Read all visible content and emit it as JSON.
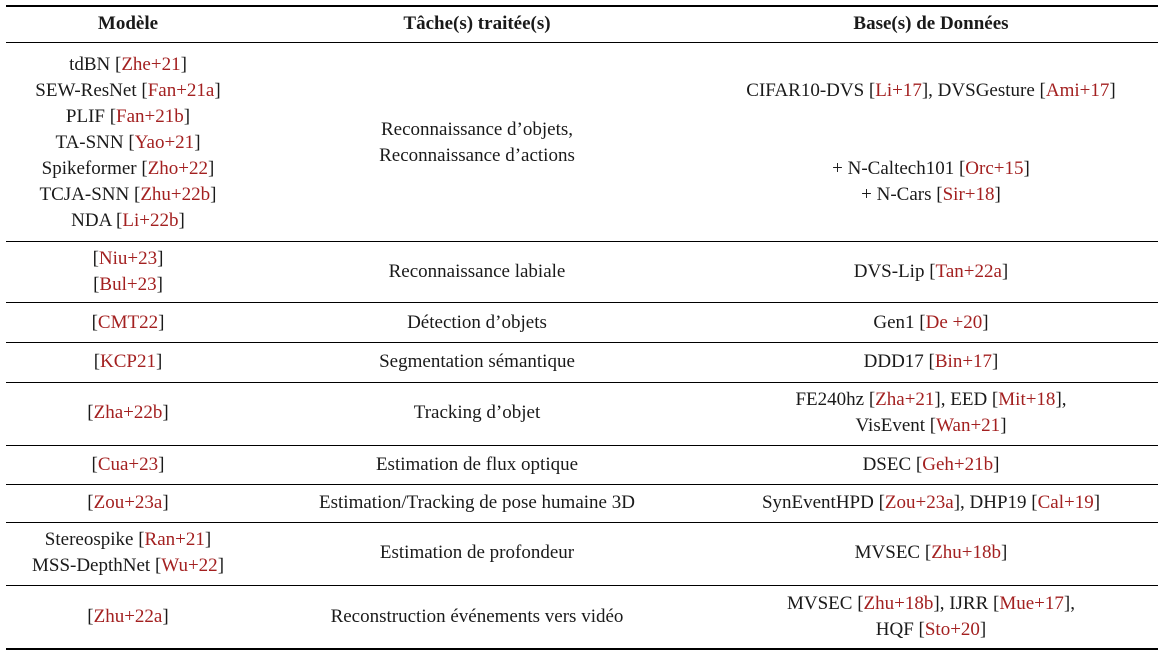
{
  "header": {
    "model": "Modèle",
    "task": "Tâche(s) traitée(s)",
    "dataset": "Base(s) de Données"
  },
  "rows": [
    {
      "models": [
        [
          {
            "t": "tdBN ["
          },
          {
            "t": "Zhe+21",
            "c": 1
          },
          {
            "t": "]"
          }
        ],
        [
          {
            "t": "SEW-ResNet ["
          },
          {
            "t": "Fan+21a",
            "c": 1
          },
          {
            "t": "]"
          }
        ],
        [
          {
            "t": "PLIF ["
          },
          {
            "t": "Fan+21b",
            "c": 1
          },
          {
            "t": "]"
          }
        ],
        [
          {
            "t": "TA-SNN ["
          },
          {
            "t": "Yao+21",
            "c": 1
          },
          {
            "t": "]"
          }
        ],
        [
          {
            "t": "Spikeformer ["
          },
          {
            "t": "Zho+22",
            "c": 1
          },
          {
            "t": "]"
          }
        ],
        [
          {
            "t": "TCJA-SNN ["
          },
          {
            "t": "Zhu+22b",
            "c": 1
          },
          {
            "t": "]"
          }
        ],
        [
          {
            "t": "NDA ["
          },
          {
            "t": "Li+22b",
            "c": 1
          },
          {
            "t": "]"
          }
        ]
      ],
      "tasks": [
        [
          {
            "t": "Reconnaissance d’objets,"
          }
        ],
        [
          {
            "t": "Reconnaissance d’actions"
          }
        ]
      ],
      "datasets": [
        [
          {
            "t": "CIFAR10-DVS ["
          },
          {
            "t": "Li+17",
            "c": 1
          },
          {
            "t": "], DVSGesture ["
          },
          {
            "t": "Ami+17",
            "c": 1
          },
          {
            "t": "]"
          }
        ]
      ],
      "datasets_extra": [
        [
          {
            "t": "+ N-Caltech101 ["
          },
          {
            "t": "Orc+15",
            "c": 1
          },
          {
            "t": "]"
          }
        ],
        [
          {
            "t": "+ N-Cars ["
          },
          {
            "t": "Sir+18",
            "c": 1
          },
          {
            "t": "]"
          }
        ]
      ]
    },
    {
      "models": [
        [
          {
            "t": "["
          },
          {
            "t": "Niu+23",
            "c": 1
          },
          {
            "t": "]"
          }
        ],
        [
          {
            "t": "["
          },
          {
            "t": "Bul+23",
            "c": 1
          },
          {
            "t": "]"
          }
        ]
      ],
      "tasks": [
        [
          {
            "t": "Reconnaissance labiale"
          }
        ]
      ],
      "datasets": [
        [
          {
            "t": "DVS-Lip ["
          },
          {
            "t": "Tan+22a",
            "c": 1
          },
          {
            "t": "]"
          }
        ]
      ]
    },
    {
      "models": [
        [
          {
            "t": "["
          },
          {
            "t": "CMT22",
            "c": 1
          },
          {
            "t": "]"
          }
        ]
      ],
      "tasks": [
        [
          {
            "t": "Détection d’objets"
          }
        ]
      ],
      "datasets": [
        [
          {
            "t": "Gen1 ["
          },
          {
            "t": "De +20",
            "c": 1
          },
          {
            "t": "]"
          }
        ]
      ]
    },
    {
      "models": [
        [
          {
            "t": "["
          },
          {
            "t": "KCP21",
            "c": 1
          },
          {
            "t": "]"
          }
        ]
      ],
      "tasks": [
        [
          {
            "t": "Segmentation sémantique"
          }
        ]
      ],
      "datasets": [
        [
          {
            "t": "DDD17 ["
          },
          {
            "t": "Bin+17",
            "c": 1
          },
          {
            "t": "]"
          }
        ]
      ]
    },
    {
      "models": [
        [
          {
            "t": "["
          },
          {
            "t": "Zha+22b",
            "c": 1
          },
          {
            "t": "]"
          }
        ]
      ],
      "tasks": [
        [
          {
            "t": "Tracking d’objet"
          }
        ]
      ],
      "datasets": [
        [
          {
            "t": "FE240hz ["
          },
          {
            "t": "Zha+21",
            "c": 1
          },
          {
            "t": "], EED ["
          },
          {
            "t": "Mit+18",
            "c": 1
          },
          {
            "t": "],"
          }
        ],
        [
          {
            "t": "VisEvent ["
          },
          {
            "t": "Wan+21",
            "c": 1
          },
          {
            "t": "]"
          }
        ]
      ]
    },
    {
      "models": [
        [
          {
            "t": "["
          },
          {
            "t": "Cua+23",
            "c": 1
          },
          {
            "t": "]"
          }
        ]
      ],
      "tasks": [
        [
          {
            "t": "Estimation de flux optique"
          }
        ]
      ],
      "datasets": [
        [
          {
            "t": "DSEC ["
          },
          {
            "t": "Geh+21b",
            "c": 1
          },
          {
            "t": "]"
          }
        ]
      ]
    },
    {
      "models": [
        [
          {
            "t": "["
          },
          {
            "t": "Zou+23a",
            "c": 1
          },
          {
            "t": "]"
          }
        ]
      ],
      "tasks": [
        [
          {
            "t": "Estimation/Tracking de pose humaine 3D"
          }
        ]
      ],
      "datasets": [
        [
          {
            "t": "SynEventHPD ["
          },
          {
            "t": "Zou+23a",
            "c": 1
          },
          {
            "t": "], DHP19 ["
          },
          {
            "t": "Cal+19",
            "c": 1
          },
          {
            "t": "]"
          }
        ]
      ]
    },
    {
      "models": [
        [
          {
            "t": "Stereospike ["
          },
          {
            "t": "Ran+21",
            "c": 1
          },
          {
            "t": "]"
          }
        ],
        [
          {
            "t": "MSS-DepthNet ["
          },
          {
            "t": "Wu+22",
            "c": 1
          },
          {
            "t": "]"
          }
        ]
      ],
      "tasks": [
        [
          {
            "t": "Estimation de profondeur"
          }
        ]
      ],
      "datasets": [
        [
          {
            "t": "MVSEC ["
          },
          {
            "t": "Zhu+18b",
            "c": 1
          },
          {
            "t": "]"
          }
        ]
      ]
    },
    {
      "models": [
        [
          {
            "t": "["
          },
          {
            "t": "Zhu+22a",
            "c": 1
          },
          {
            "t": "]"
          }
        ]
      ],
      "tasks": [
        [
          {
            "t": "Reconstruction événements vers vidéo"
          }
        ]
      ],
      "datasets": [
        [
          {
            "t": "MVSEC ["
          },
          {
            "t": "Zhu+18b",
            "c": 1
          },
          {
            "t": "], IJRR ["
          },
          {
            "t": "Mue+17",
            "c": 1
          },
          {
            "t": "],"
          }
        ],
        [
          {
            "t": "HQF ["
          },
          {
            "t": "Sto+20",
            "c": 1
          },
          {
            "t": "]"
          }
        ]
      ]
    }
  ],
  "colors": {
    "citation": "#a32020",
    "text": "#1a1a1a",
    "rule": "#000000"
  }
}
